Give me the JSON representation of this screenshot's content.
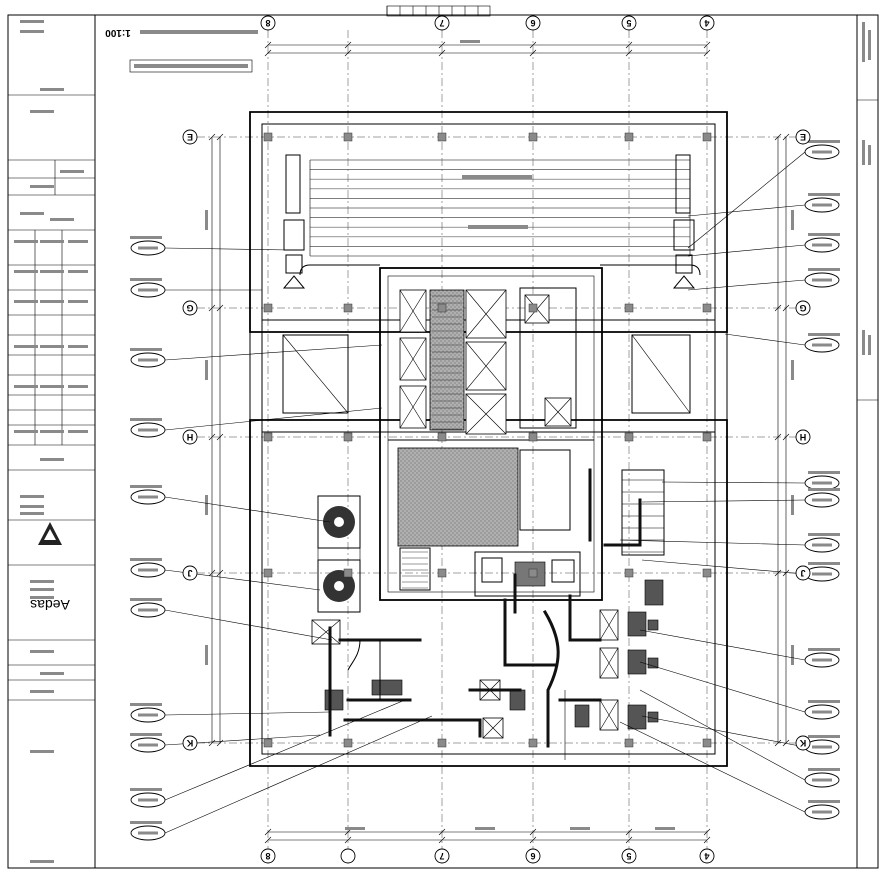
{
  "drawing": {
    "scale": "1:100"
  },
  "title_block": {
    "brand": "Aedas"
  },
  "grid": {
    "columns_top": [
      "8",
      "7",
      "6",
      "5",
      "4"
    ],
    "columns_bottom": [
      "8",
      "7",
      "6",
      "5",
      "4"
    ],
    "rows_left": [
      "E",
      "G",
      "H",
      "J",
      "K"
    ],
    "rows_right": [
      "E",
      "G",
      "H",
      "J",
      "K"
    ]
  },
  "colors": {
    "line": "#000000",
    "fill_gray": "#9a9a9a",
    "background": "#ffffff"
  }
}
